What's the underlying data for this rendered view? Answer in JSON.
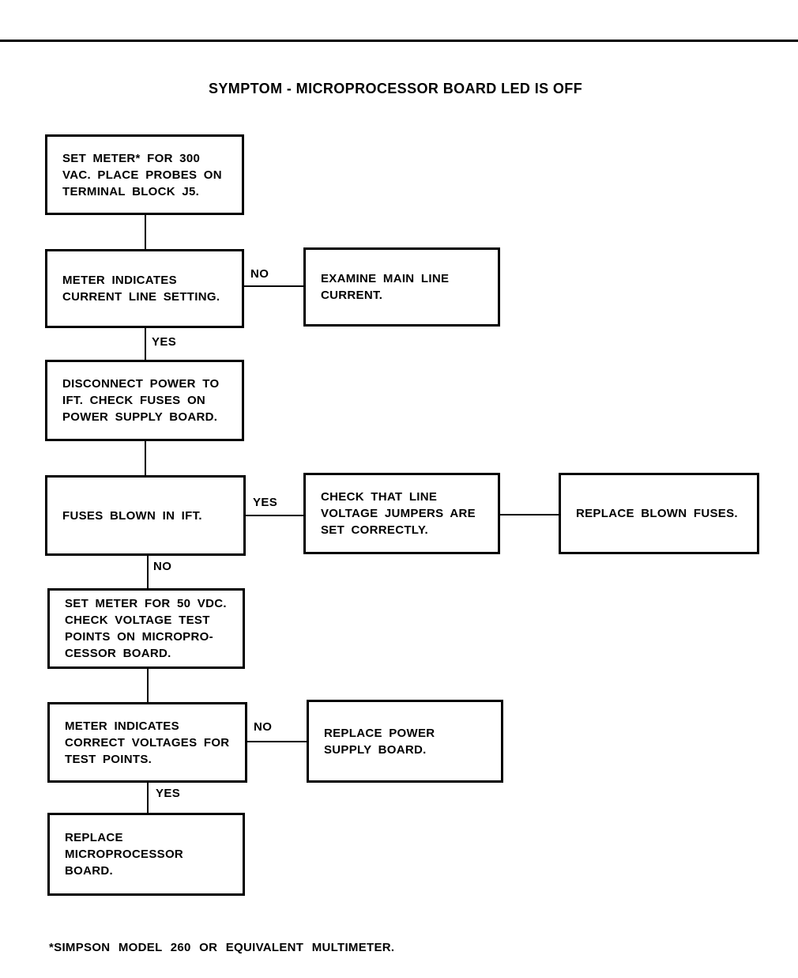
{
  "page": {
    "title": "SYMPTOM - MICROPROCESSOR BOARD LED IS OFF",
    "footnote": "*SIMPSON MODEL 260 OR EQUIVALENT MULTIMETER."
  },
  "labels": {
    "yes": "YES",
    "no": "NO"
  },
  "colors": {
    "ink": "#000000",
    "paper": "#ffffff"
  },
  "nodes": {
    "set_meter_300vac": "SET METER* FOR 300\nVAC. PLACE PROBES ON\nTERMINAL BLOCK J5.",
    "meter_line_setting": "METER INDICATES\nCURRENT LINE SETTING.",
    "examine_main_line": "EXAMINE MAIN LINE\nCURRENT.",
    "disconnect_power": "DISCONNECT POWER TO\nIFT. CHECK FUSES ON\nPOWER SUPPLY BOARD.",
    "fuses_blown": "FUSES BLOWN IN IFT.",
    "check_jumpers": "CHECK THAT LINE\nVOLTAGE JUMPERS ARE\nSET CORRECTLY.",
    "replace_fuses": "REPLACE BLOWN FUSES.",
    "set_meter_50vdc": "SET METER FOR 50 VDC.\nCHECK VOLTAGE TEST\nPOINTS ON MICROPRO-\nCESSOR BOARD.",
    "meter_voltages": "METER INDICATES\nCORRECT VOLTAGES FOR\nTEST POINTS.",
    "replace_power_supply": "REPLACE POWER\nSUPPLY BOARD.",
    "replace_micro_board": "REPLACE\nMICROPROCESSOR\nBOARD."
  }
}
